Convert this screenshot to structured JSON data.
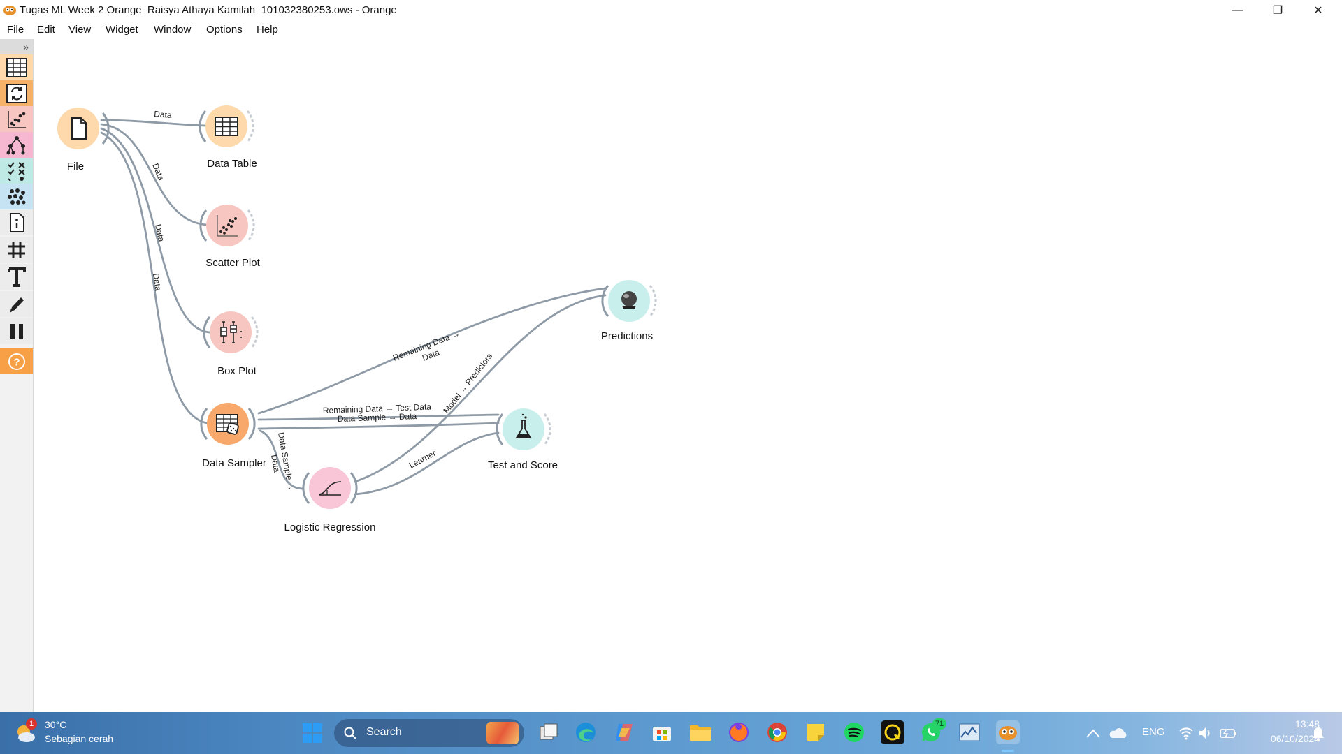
{
  "window": {
    "title": "Tugas ML Week 2 Orange_Raisya Athaya Kamilah_101032380253.ows - Orange",
    "minimize": "—",
    "maximize": "❐",
    "close": "✕"
  },
  "menu": [
    "File",
    "Edit",
    "View",
    "Widget",
    "Window",
    "Options",
    "Help"
  ],
  "toolbox": {
    "collapse_glyph": "»",
    "categories": [
      {
        "icon": "data-table-icon",
        "color": "#fdd9ab"
      },
      {
        "icon": "transform-icon",
        "color": "#f7b26a"
      },
      {
        "icon": "visualize-icon",
        "color": "#f8c6c0"
      },
      {
        "icon": "model-icon",
        "color": "#f6b8d1"
      },
      {
        "icon": "evaluate-icon",
        "color": "#bfe9e5"
      },
      {
        "icon": "unsupervised-icon",
        "color": "#c6e3f4"
      },
      {
        "icon": "info-icon",
        "color": "#e8e8e8"
      },
      {
        "icon": "grid-icon",
        "color": "#e8e8e8"
      },
      {
        "icon": "text-icon",
        "color": "#e8e8e8"
      },
      {
        "icon": "pen-icon",
        "color": "#e8e8e8"
      },
      {
        "icon": "pause-icon",
        "color": "#e8e8e8"
      },
      {
        "icon": "help-icon",
        "color": "#f7a046"
      }
    ]
  },
  "workflow": {
    "nodes": [
      {
        "id": "file",
        "label": "File",
        "color": "#fdd9ab",
        "icon": "file-icon"
      },
      {
        "id": "data_table",
        "label": "Data Table",
        "color": "#fdd9ab",
        "icon": "table-icon"
      },
      {
        "id": "scatter_plot",
        "label": "Scatter Plot",
        "color": "#f8c6c0",
        "icon": "scatter-icon"
      },
      {
        "id": "box_plot",
        "label": "Box Plot",
        "color": "#f8c6c0",
        "icon": "boxplot-icon"
      },
      {
        "id": "data_sampler",
        "label": "Data Sampler",
        "color": "#f7a86a",
        "icon": "sampler-icon"
      },
      {
        "id": "logistic_regression",
        "label": "Logistic Regression",
        "color": "#f8c6d6",
        "icon": "logistic-icon"
      },
      {
        "id": "test_and_score",
        "label": "Test and Score",
        "color": "#c9efec",
        "icon": "flask-icon"
      },
      {
        "id": "predictions",
        "label": "Predictions",
        "color": "#c9efec",
        "icon": "crystal-ball-icon"
      }
    ],
    "links": [
      {
        "from": "file",
        "to": "data_table",
        "label": "Data"
      },
      {
        "from": "file",
        "to": "scatter_plot",
        "label": "Data"
      },
      {
        "from": "file",
        "to": "box_plot",
        "label": "Data"
      },
      {
        "from": "file",
        "to": "data_sampler",
        "label": "Data"
      },
      {
        "from": "data_sampler",
        "to": "predictions",
        "label": "Remaining Data →\nData"
      },
      {
        "from": "data_sampler",
        "to": "test_and_score",
        "label": "Remaining Data → Test Data"
      },
      {
        "from": "data_sampler",
        "to": "test_and_score",
        "label": "Data Sample → Data"
      },
      {
        "from": "data_sampler",
        "to": "logistic_regression",
        "label": "Data Sample →\nData"
      },
      {
        "from": "logistic_regression",
        "to": "predictions",
        "label": "Model → Predictors"
      },
      {
        "from": "logistic_regression",
        "to": "test_and_score",
        "label": "Learner"
      }
    ]
  },
  "taskbar": {
    "weather": {
      "temp": "30°C",
      "desc": "Sebagian cerah",
      "badge": "1"
    },
    "search_placeholder": "Search",
    "whatsapp_badge": "71",
    "language": "ENG",
    "time": "13:48",
    "date": "06/10/2024",
    "apps": [
      "windows-start-icon",
      "search-icon",
      "task-view-icon",
      "edge-icon",
      "copilot-icon",
      "store-icon",
      "file-explorer-icon",
      "firefox-icon",
      "chrome-icon",
      "sticky-notes-icon",
      "spotify-icon",
      "qq-icon",
      "whatsapp-icon",
      "activity-icon",
      "orange-app-icon"
    ]
  }
}
